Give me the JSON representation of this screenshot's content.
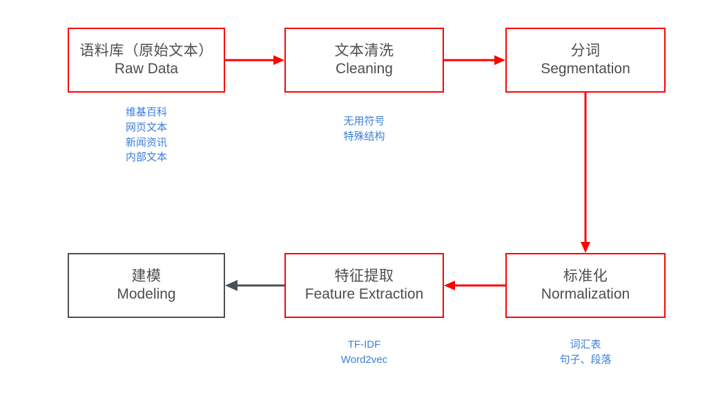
{
  "diagram": {
    "title": "NLP text processing pipeline",
    "colors": {
      "box_border_red": "#fe0000",
      "box_border_dark": "#4a4f54",
      "box_text": "#4d4d4d",
      "caption_blue": "#3a7ddc",
      "arrow_red": "#fe0000",
      "arrow_dark": "#4a4f54",
      "background": "#ffffff"
    },
    "nodes": [
      {
        "id": "raw",
        "cn": "语料库（原始文本）",
        "en": "Raw Data",
        "border": "red"
      },
      {
        "id": "cleaning",
        "cn": "文本清洗",
        "en": "Cleaning",
        "border": "red"
      },
      {
        "id": "segmentation",
        "cn": "分词",
        "en": "Segmentation",
        "border": "red"
      },
      {
        "id": "normalization",
        "cn": "标准化",
        "en": "Normalization",
        "border": "red"
      },
      {
        "id": "feature",
        "cn": "特征提取",
        "en": "Feature Extraction",
        "border": "red"
      },
      {
        "id": "modeling",
        "cn": "建模",
        "en": "Modeling",
        "border": "dark"
      }
    ],
    "captions": {
      "raw": {
        "line1": "维基百科",
        "line2": "网页文本",
        "line3": "新闻资讯",
        "line4": "内部文本"
      },
      "cleaning": {
        "line1": "无用符号",
        "line2": "特殊结构"
      },
      "feature": {
        "line1": "TF-IDF",
        "line2": "Word2vec"
      },
      "normalization": {
        "line1": "词汇表",
        "line2": "句子、段落"
      }
    },
    "arrows": [
      {
        "id": "raw-to-cleaning",
        "from": "raw",
        "to": "cleaning",
        "direction": "right",
        "color": "red"
      },
      {
        "id": "cleaning-to-segmentation",
        "from": "cleaning",
        "to": "segmentation",
        "direction": "right",
        "color": "red"
      },
      {
        "id": "segmentation-to-normalization",
        "from": "segmentation",
        "to": "normalization",
        "direction": "down",
        "color": "red"
      },
      {
        "id": "normalization-to-feature",
        "from": "normalization",
        "to": "feature",
        "direction": "left",
        "color": "red"
      },
      {
        "id": "feature-to-modeling",
        "from": "feature",
        "to": "modeling",
        "direction": "left",
        "color": "dark"
      }
    ]
  }
}
